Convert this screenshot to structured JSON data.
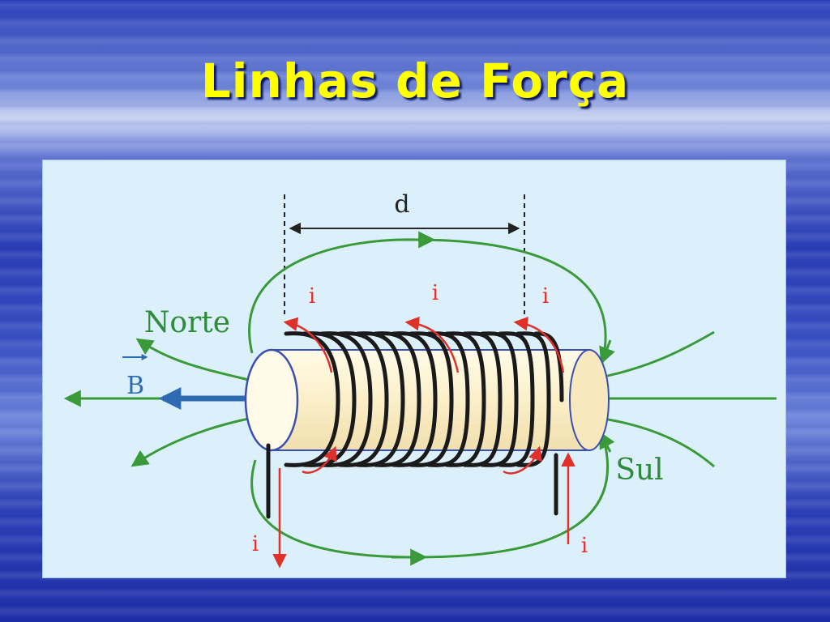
{
  "slide": {
    "title": "Linhas de Força"
  },
  "diagram": {
    "distance_label": "d",
    "north_label": "Norte",
    "south_label": "Sul",
    "field_label": "B",
    "current_labels": [
      "i",
      "i",
      "i",
      "i",
      "i"
    ],
    "colors": {
      "field_lines": "#3a9a3a",
      "current": "#e0302a",
      "coil_wire": "#1a1a1a",
      "core": "#fbf3d4",
      "core_edge": "#3a4fb0",
      "field_vector": "#2f6bb0",
      "background": "#dcf0fb"
    }
  }
}
